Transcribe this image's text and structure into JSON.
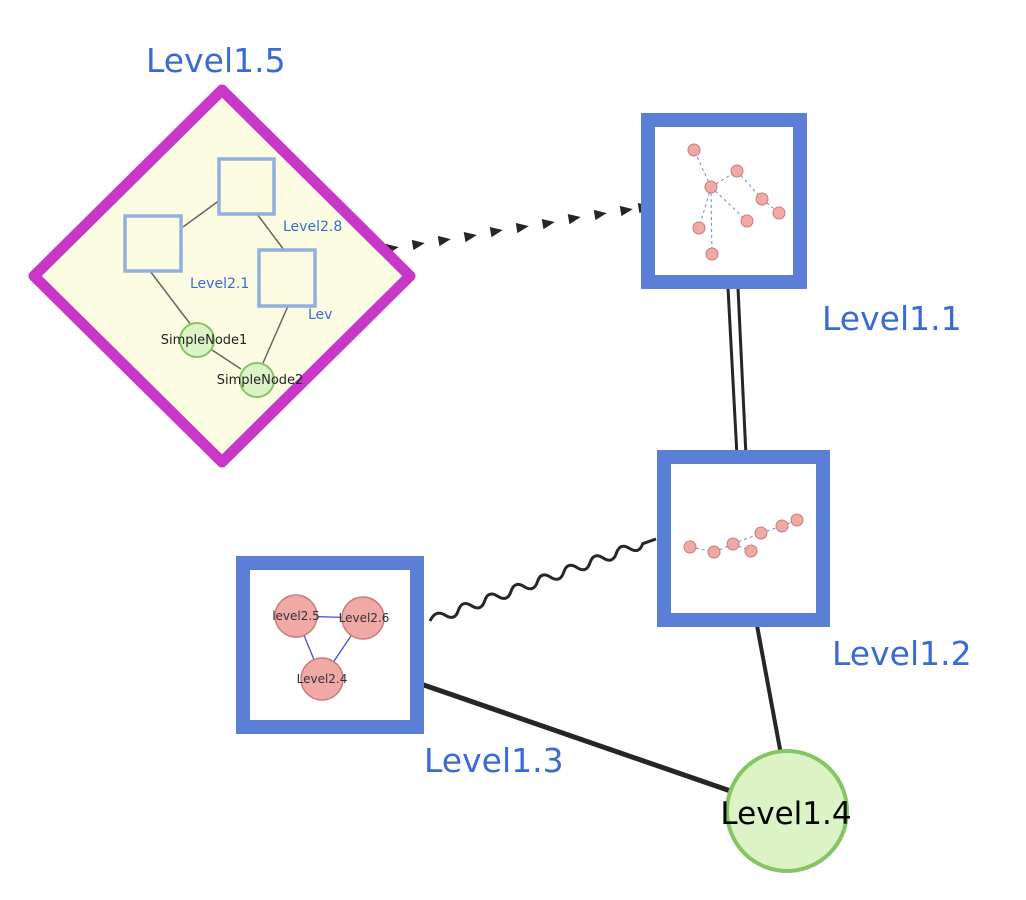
{
  "diagram": {
    "top_nodes": {
      "level15": {
        "label": "Level1.5",
        "shape": "diamond"
      },
      "level11": {
        "label": "Level1.1",
        "shape": "square"
      },
      "level12": {
        "label": "Level1.2",
        "shape": "square"
      },
      "level13": {
        "label": "Level1.3",
        "shape": "square"
      },
      "level14": {
        "label": "Level1.4",
        "shape": "circle"
      }
    },
    "level15_contents": {
      "square_labels": {
        "level28": "Level2.8",
        "level21": "Level2.1",
        "lev": "Lev"
      },
      "node_labels": {
        "simplenode1": "SimpleNode1",
        "simplenode2": "SimpleNode2"
      }
    },
    "level13_contents": {
      "level25": "level2.5",
      "level26": "Level2.6",
      "level24": "Level2.4"
    },
    "colors": {
      "label_blue": "#3a6bd4",
      "diamond_border": "#c837c8",
      "diamond_fill": "#fbfce2",
      "group_border": "#5b7fd6",
      "inner_square_border": "#93afdd",
      "green_node_fill": "#dcf3c6",
      "green_node_border": "#85c563",
      "pink_node_fill": "#f0a9a5",
      "pink_node_border": "#c97c7c",
      "mini_edge_blue": "#7a86d8",
      "edge_dark": "#262626",
      "level14_label_color": "#000000"
    }
  }
}
